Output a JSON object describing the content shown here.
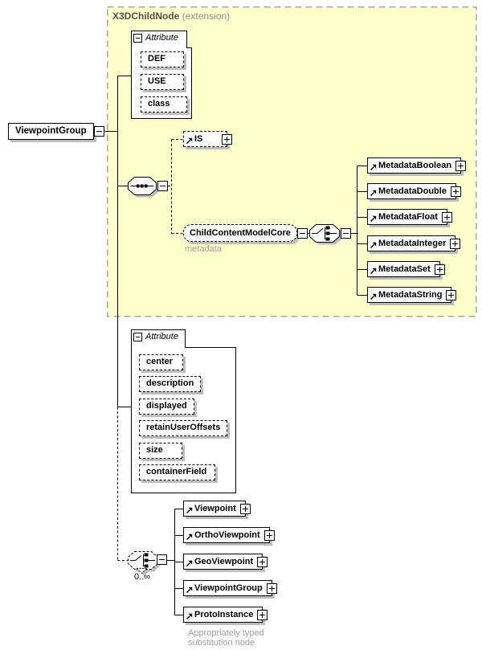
{
  "extension": {
    "name": "X3DChildNode",
    "kind": "(extension)"
  },
  "root": {
    "label": "ViewpointGroup"
  },
  "attribute_group_top": {
    "header": "Attribute",
    "items": [
      "DEF",
      "USE",
      "class"
    ]
  },
  "is_element": {
    "label": "IS"
  },
  "child_content": {
    "label": "ChildContentModelCore",
    "annotation": "metadata"
  },
  "metadata": {
    "items": [
      "MetadataBoolean",
      "MetadataDouble",
      "MetadataFloat",
      "MetadataInteger",
      "MetadataSet",
      "MetadataString"
    ]
  },
  "attribute_group_bottom": {
    "header": "Attribute",
    "items": [
      "center",
      "description",
      "displayed",
      "retainUserOffsets",
      "size",
      "containerField"
    ]
  },
  "choice_bottom": {
    "occurrence": "0..∞"
  },
  "substitution": {
    "items": [
      "Viewpoint",
      "OrthoViewpoint",
      "GeoViewpoint",
      "ViewpointGroup",
      "ProtoInstance"
    ],
    "note_line1": "Appropriately typed",
    "note_line2": "substitution node"
  },
  "icons": {
    "collapse": "minus-box",
    "expand": "plus-box",
    "reference": "ne-arrow",
    "sequence": "sequence-dots",
    "choice": "choice-switch"
  },
  "colors": {
    "extension_bg": "#ffffcc",
    "extension_border": "#a6a6a6",
    "shadow": "#bdbdbd",
    "annotation_gray": "#9e9e9e",
    "line": "#000000"
  }
}
